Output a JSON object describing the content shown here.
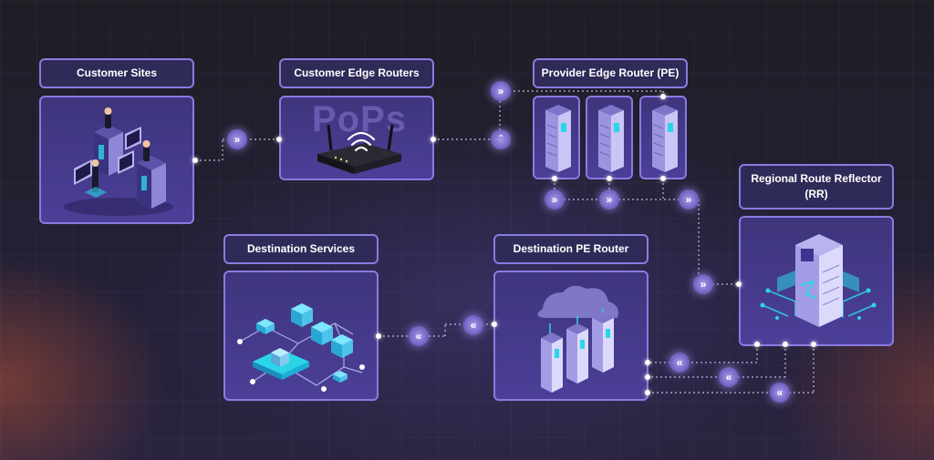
{
  "nodes": {
    "customer_sites": "Customer Sites",
    "customer_edge_routers": "Customer Edge Routers",
    "provider_edge_router": "Provider Edge Router (PE)",
    "regional_route_reflector": "Regional Route Reflector (RR)",
    "destination_services": "Destination Services",
    "destination_pe_router": "Destination PE Router"
  },
  "watermark": "PoPs",
  "icons": {
    "forward": "double-chevron-right-icon",
    "back": "double-chevron-left-icon",
    "up": "double-chevron-up-icon"
  },
  "colors": {
    "accent": "#8a7be0",
    "panel": "#4b3f98",
    "label_bg": "#2f2b58",
    "link": "#d8d2ff"
  }
}
